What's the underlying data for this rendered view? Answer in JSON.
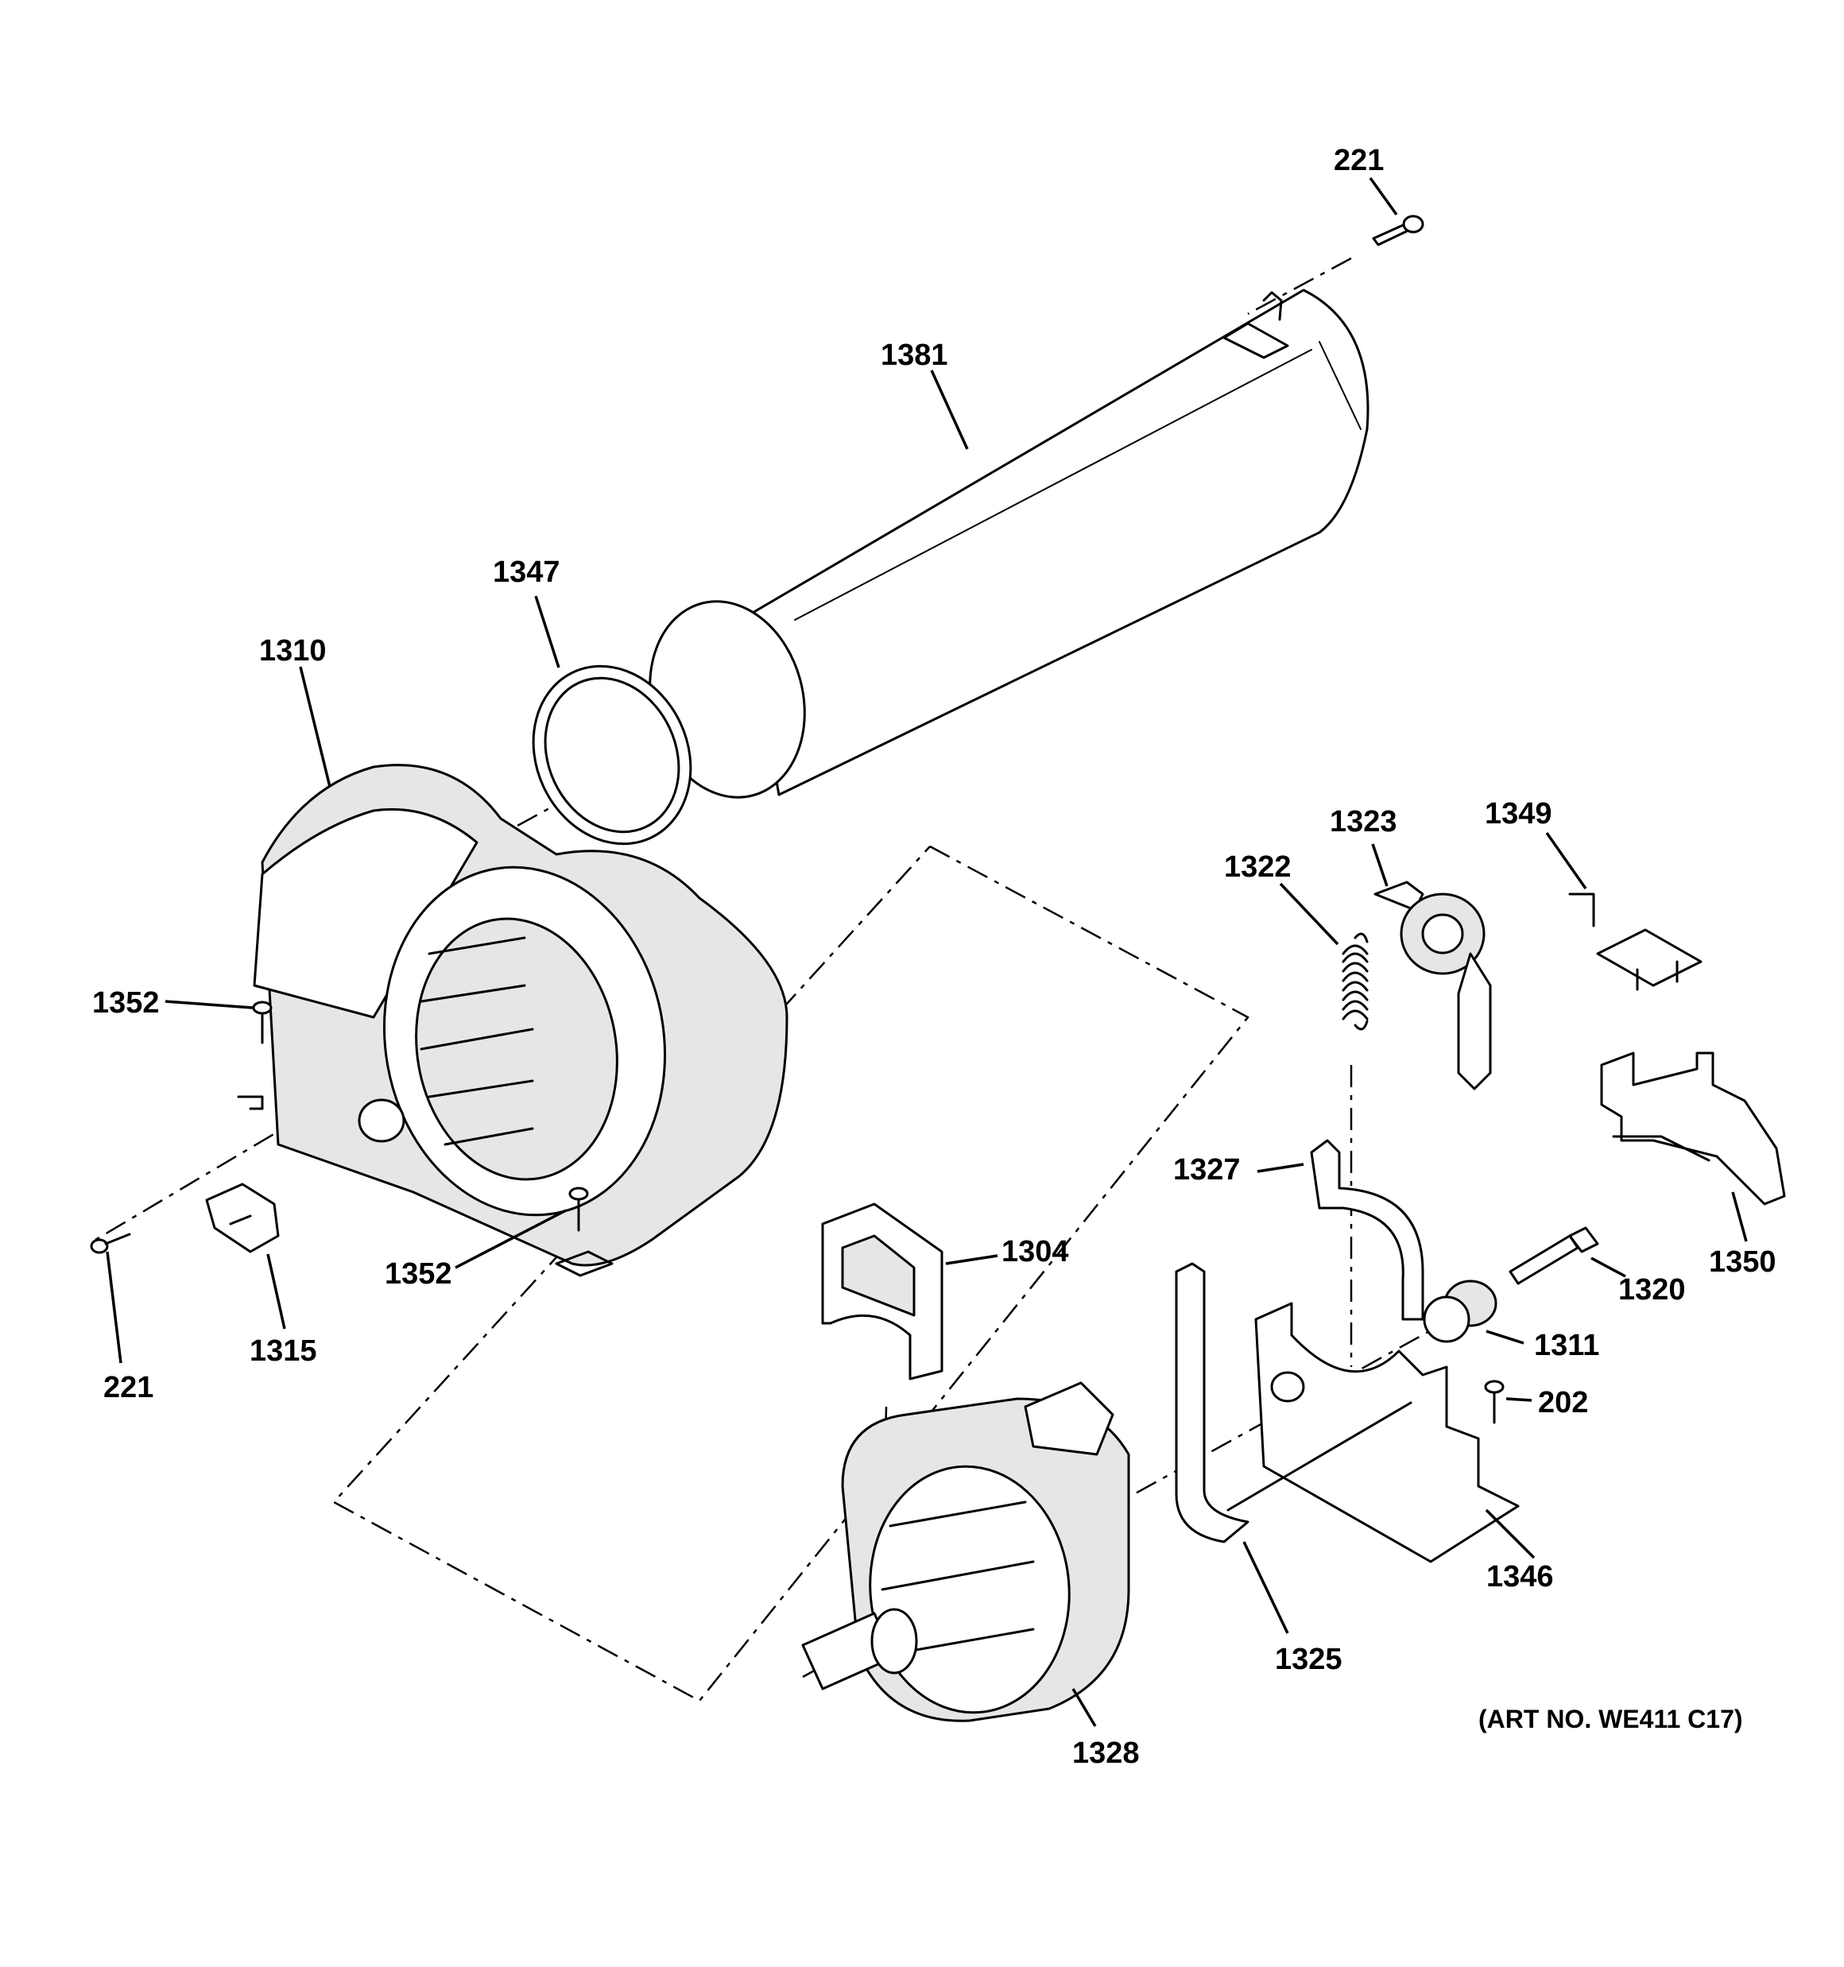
{
  "labels": {
    "p221_top": "221",
    "p1381": "1381",
    "p1347": "1347",
    "p1310": "1310",
    "p1323": "1323",
    "p1349": "1349",
    "p1322": "1322",
    "p1352_left": "1352",
    "p1327": "1327",
    "p1304": "1304",
    "p1352_bottom": "1352",
    "p1320": "1320",
    "p1350": "1350",
    "p1311": "1311",
    "p1315": "1315",
    "p221_bottom": "221",
    "p202": "202",
    "p1346": "1346",
    "p1325": "1325",
    "p1328": "1328"
  },
  "art_number": "(ART NO. WE411 C17)"
}
